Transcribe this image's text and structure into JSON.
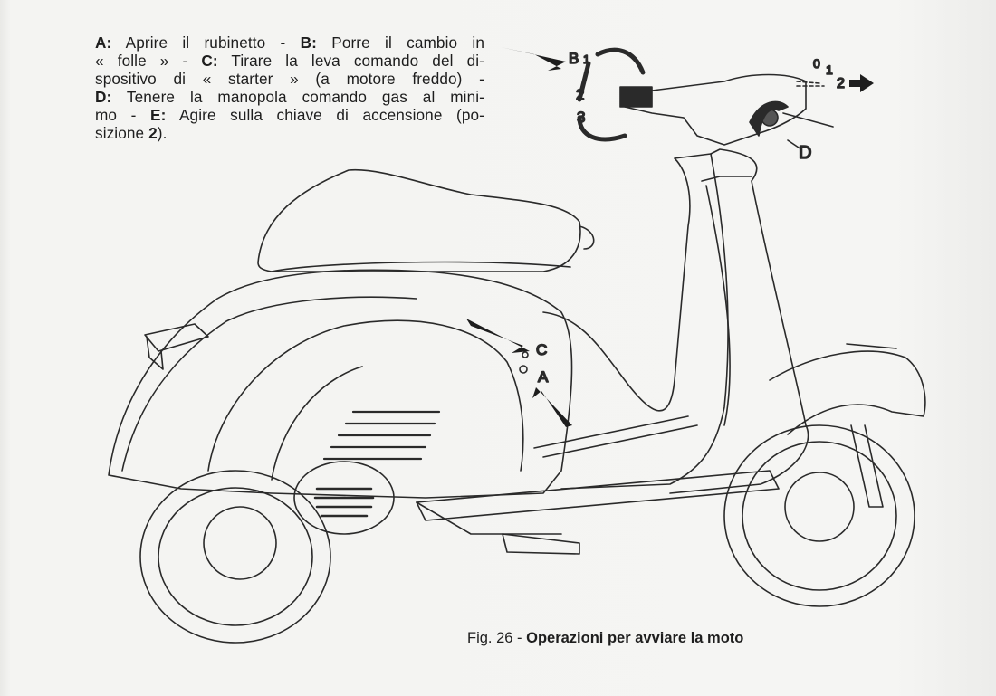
{
  "instructions": {
    "lines": [
      [
        {
          "k": "A:",
          "t": " Aprire il rubinetto - "
        },
        {
          "k": "B:",
          "t": " Porre il cambio in"
        }
      ],
      [
        {
          "k": "",
          "t": "« folle » - "
        },
        {
          "k": "C:",
          "t": " Tirare la leva comando del di-"
        }
      ],
      [
        {
          "k": "",
          "t": "spositivo di « starter » (a motore freddo)  -"
        }
      ],
      [
        {
          "k": "D:",
          "t": " Tenere la manopola comando gas al mini-"
        }
      ],
      [
        {
          "k": "",
          "t": "mo - "
        },
        {
          "k": "E:",
          "t": " Agire sulla chiave di accensione (po-"
        }
      ],
      [
        {
          "k": "",
          "t": "sizione "
        },
        {
          "k": "2",
          "t": ")."
        }
      ]
    ]
  },
  "diagram": {
    "labels": {
      "a": "A",
      "b": "B",
      "c": "C",
      "d": "D"
    },
    "gear_positions": [
      "1",
      "2",
      "3"
    ],
    "key_positions": [
      "0",
      "1",
      "2"
    ]
  },
  "caption": {
    "prefix": "Fig. 26 - ",
    "title": "Operazioni per avviare la moto"
  }
}
